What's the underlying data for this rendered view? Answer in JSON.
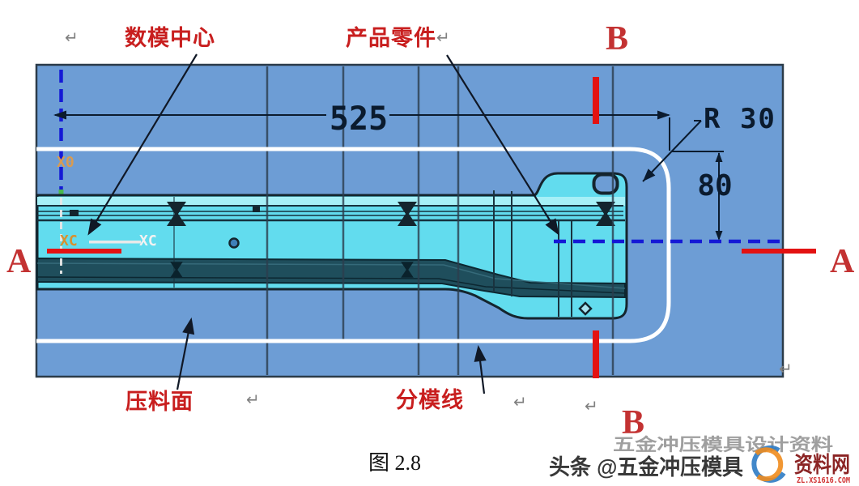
{
  "figure_caption": "图 2.8",
  "dims": {
    "length": "525",
    "height": "80",
    "radius": "R 30"
  },
  "callouts": {
    "model_center": "数模中心",
    "product_part": "产品零件",
    "binder_surface": "压料面",
    "parting_line": "分模线"
  },
  "section_marks": {
    "a_left": "A",
    "a_right": "A",
    "b_top": "B",
    "b_bottom": "B"
  },
  "axis_markers": {
    "x0": "X0",
    "xc_left": "XC",
    "xc_right": "XC"
  },
  "paragraph_mark": "↵",
  "watermark": {
    "line_top": "五金冲压模具设计资料",
    "line_bottom": "头条 @五金冲压模具",
    "logo_site": "资料网",
    "logo_url": "ZL.XS1616.COM"
  },
  "colors": {
    "viewport_bg": "#6D9DD5",
    "part_cyan": "#62DCEE",
    "part_cyan_light": "#A6F0F7",
    "flange_dark": "#1F4E5C",
    "outline": "#14252E",
    "grid_line": "#2C3E4E",
    "binder_white": "#FFFFFF",
    "centerline_blue": "#1419D6",
    "dim_navy": "#0B1B2E",
    "annotation_red": "#C81E1E",
    "section_red": "#E31212"
  }
}
